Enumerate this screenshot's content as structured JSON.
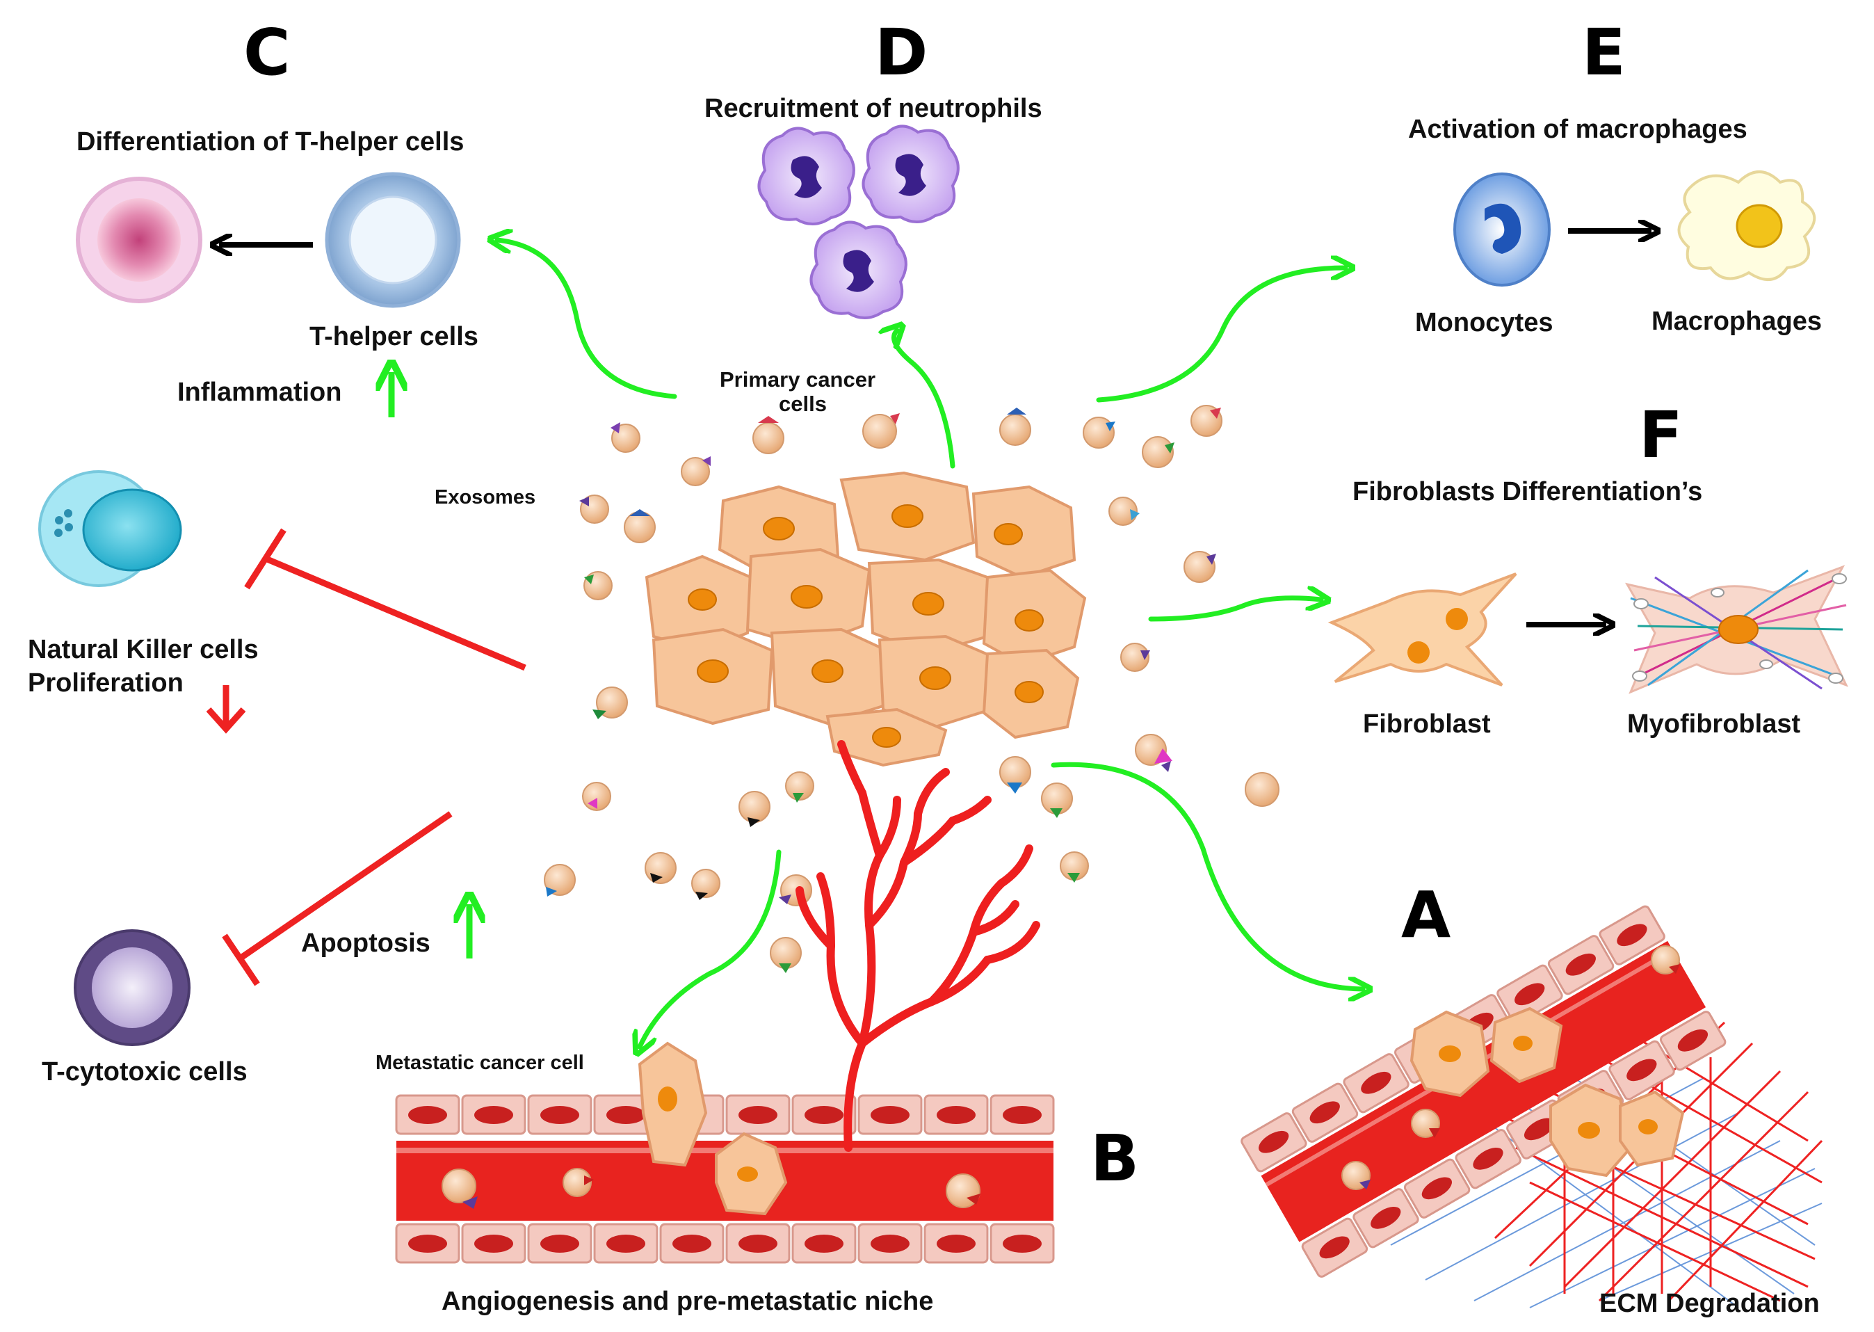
{
  "panels": {
    "A": {
      "letter": "A",
      "caption": "ECM Degradation"
    },
    "B": {
      "letter": "B",
      "caption": "Angiogenesis and pre-metastatic niche",
      "cell_label": "Metastatic cancer cell"
    },
    "C": {
      "letter": "C",
      "title": "Differentiation of T-helper cells",
      "cell_label": "T-helper cells",
      "effect": "Inflammation"
    },
    "D": {
      "letter": "D",
      "title": "Recruitment of neutrophils"
    },
    "E": {
      "letter": "E",
      "title": "Activation of macrophages",
      "from_label": "Monocytes",
      "to_label": "Macrophages"
    },
    "F": {
      "letter": "F",
      "title": "Fibroblasts Differentiation’s",
      "from_label": "Fibroblast",
      "to_label": "Myofibroblast"
    }
  },
  "center": {
    "primary_label_1": "Primary cancer",
    "primary_label_2": "cells",
    "exosomes_label": "Exosomes"
  },
  "left": {
    "nk_label_1": "Natural Killer cells",
    "nk_label_2": "Proliferation",
    "apoptosis_label": "Apoptosis",
    "tcyto_label": "T-cytotoxic cells"
  },
  "colors": {
    "green_arrow": "#22ee22",
    "red_inhibit": "#ee2222",
    "cancer_cell": "#f7c59a",
    "nucleus": "#ee8a0c",
    "vessel_red": "#e8231f",
    "vessel_wall": "#f6c8c0"
  }
}
